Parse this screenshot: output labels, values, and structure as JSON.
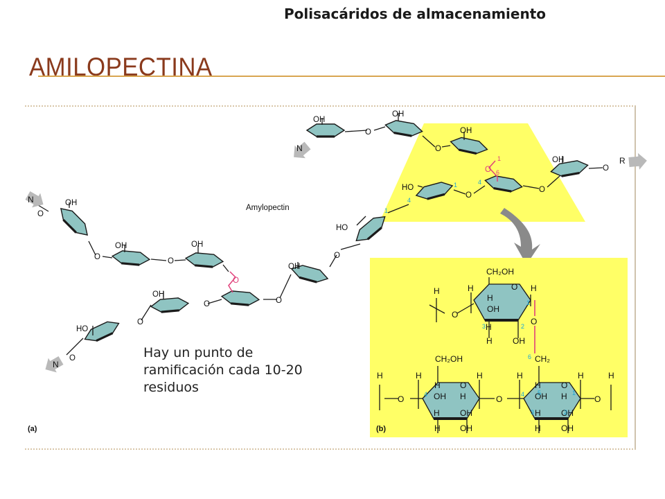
{
  "header": {
    "title": "Polisacáridos de almacenamiento"
  },
  "slide": {
    "title": "AMILOPECTINA"
  },
  "figure": {
    "molecule_label": "Amylopectin",
    "panel_a_label": "(a)",
    "panel_b_label": "(b)",
    "end_labels": {
      "non_reducing": "N",
      "reducing": "R"
    },
    "atoms": {
      "hydroxyl": "OH",
      "oxygen": "O",
      "hydrogen": "H",
      "hydroxymethyl": "CH₂OH",
      "methylene": "CH₂",
      "ho": "HO"
    },
    "carbon_numbers": {
      "c1": "1",
      "c2": "2",
      "c3": "3",
      "c4": "4",
      "c5": "5",
      "c6": "6"
    },
    "note_lines": [
      "Hay un punto de",
      "ramificación cada 10-20",
      "residuos"
    ]
  },
  "colors": {
    "title": "#8a3a1c",
    "rule": "#d9a650",
    "ring_fill": "#8fc4c2",
    "highlight": "#ffff66",
    "bond_link": "#e0407a",
    "arrow": "#8a8a8a",
    "carbon_number": "#1aa7d6"
  }
}
